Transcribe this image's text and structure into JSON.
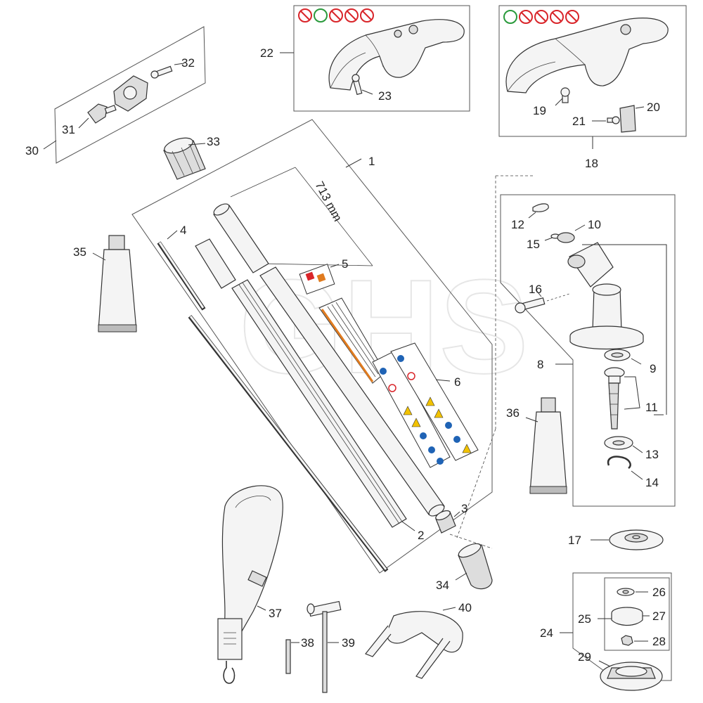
{
  "watermark": "GHS",
  "dimension": "713 mm",
  "labels": {
    "p1": "1",
    "p2": "2",
    "p3": "3",
    "p4": "4",
    "p5": "5",
    "p6": "6",
    "p8": "8",
    "p9": "9",
    "p10": "10",
    "p11": "11",
    "p12": "12",
    "p13": "13",
    "p14": "14",
    "p15": "15",
    "p16": "16",
    "p17": "17",
    "p18": "18",
    "p19": "19",
    "p20": "20",
    "p21": "21",
    "p22": "22",
    "p23": "23",
    "p24": "24",
    "p25": "25",
    "p26": "26",
    "p27": "27",
    "p28": "28",
    "p29": "29",
    "p30": "30",
    "p31": "31",
    "p32": "32",
    "p33": "33",
    "p34": "34",
    "p35": "35",
    "p36": "36",
    "p37": "37",
    "p38": "38",
    "p39": "39",
    "p40": "40"
  },
  "colors": {
    "prohibit_red": "#d9252a",
    "ok_green": "#2a9a3c",
    "warning_yellow": "#f2c200",
    "mandatory_blue": "#1f63b5",
    "decal_orange": "#e07b1f"
  }
}
